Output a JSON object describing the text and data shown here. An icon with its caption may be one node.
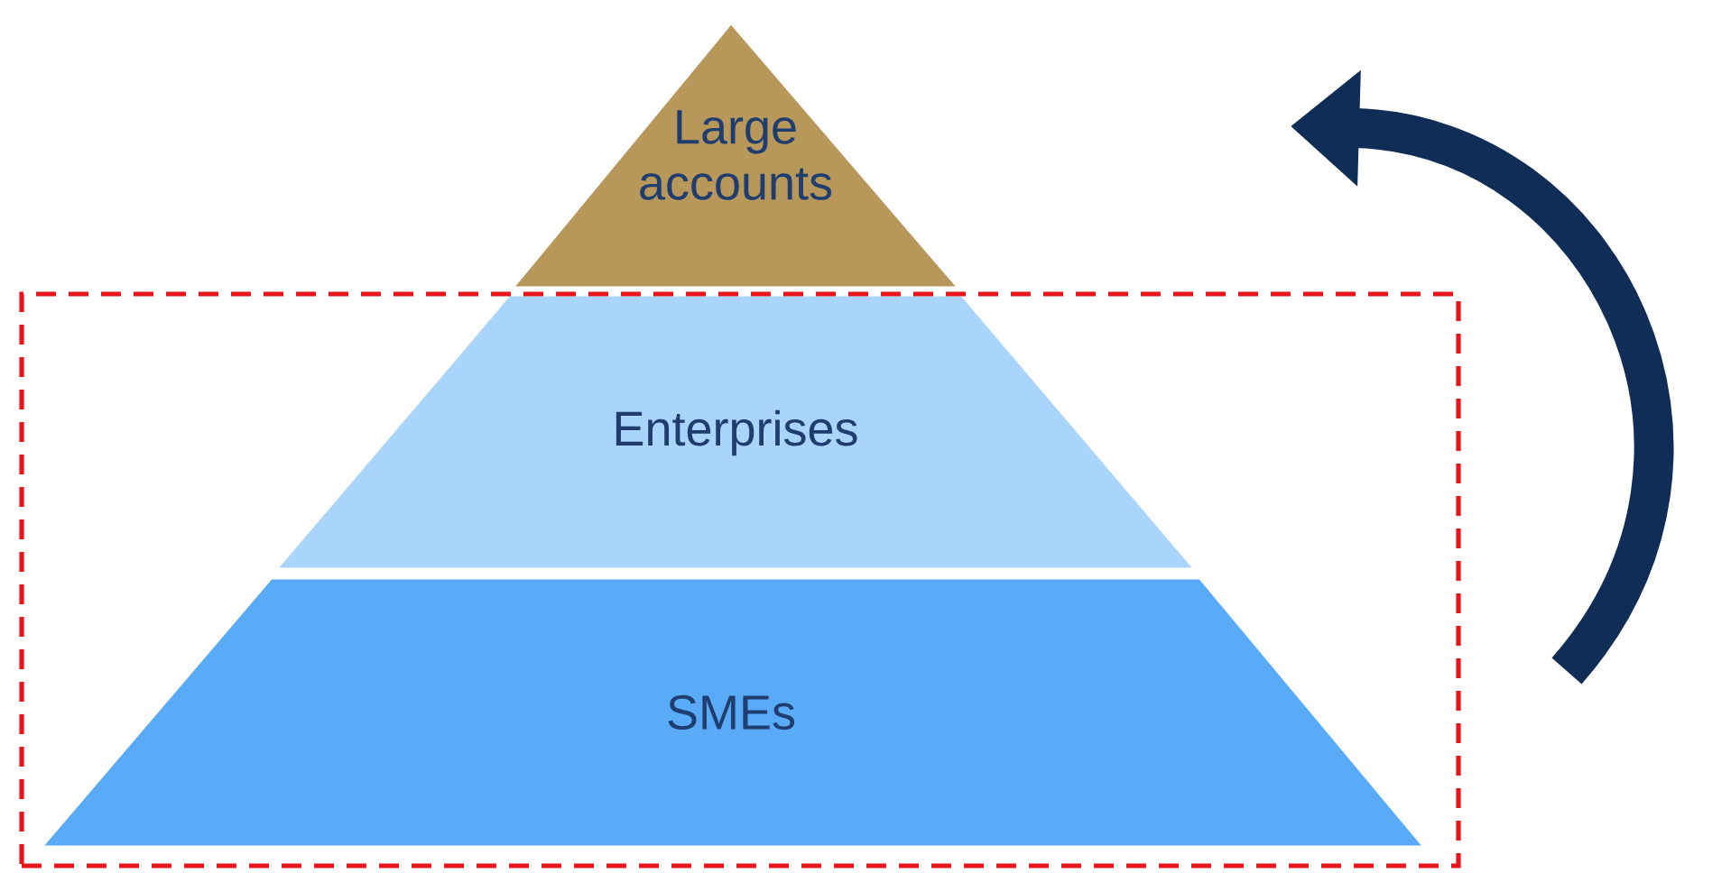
{
  "diagram": {
    "nodes": [
      {
        "text": [
          "Large accounts"
        ]
      },
      {
        "text": [],
        "shape": "box"
      },
      {
        "text": [
          "Enterprises"
        ],
        "in": 1
      },
      {
        "text": [
          "SMEs"
        ],
        "in": 1
      }
    ]
  }
}
